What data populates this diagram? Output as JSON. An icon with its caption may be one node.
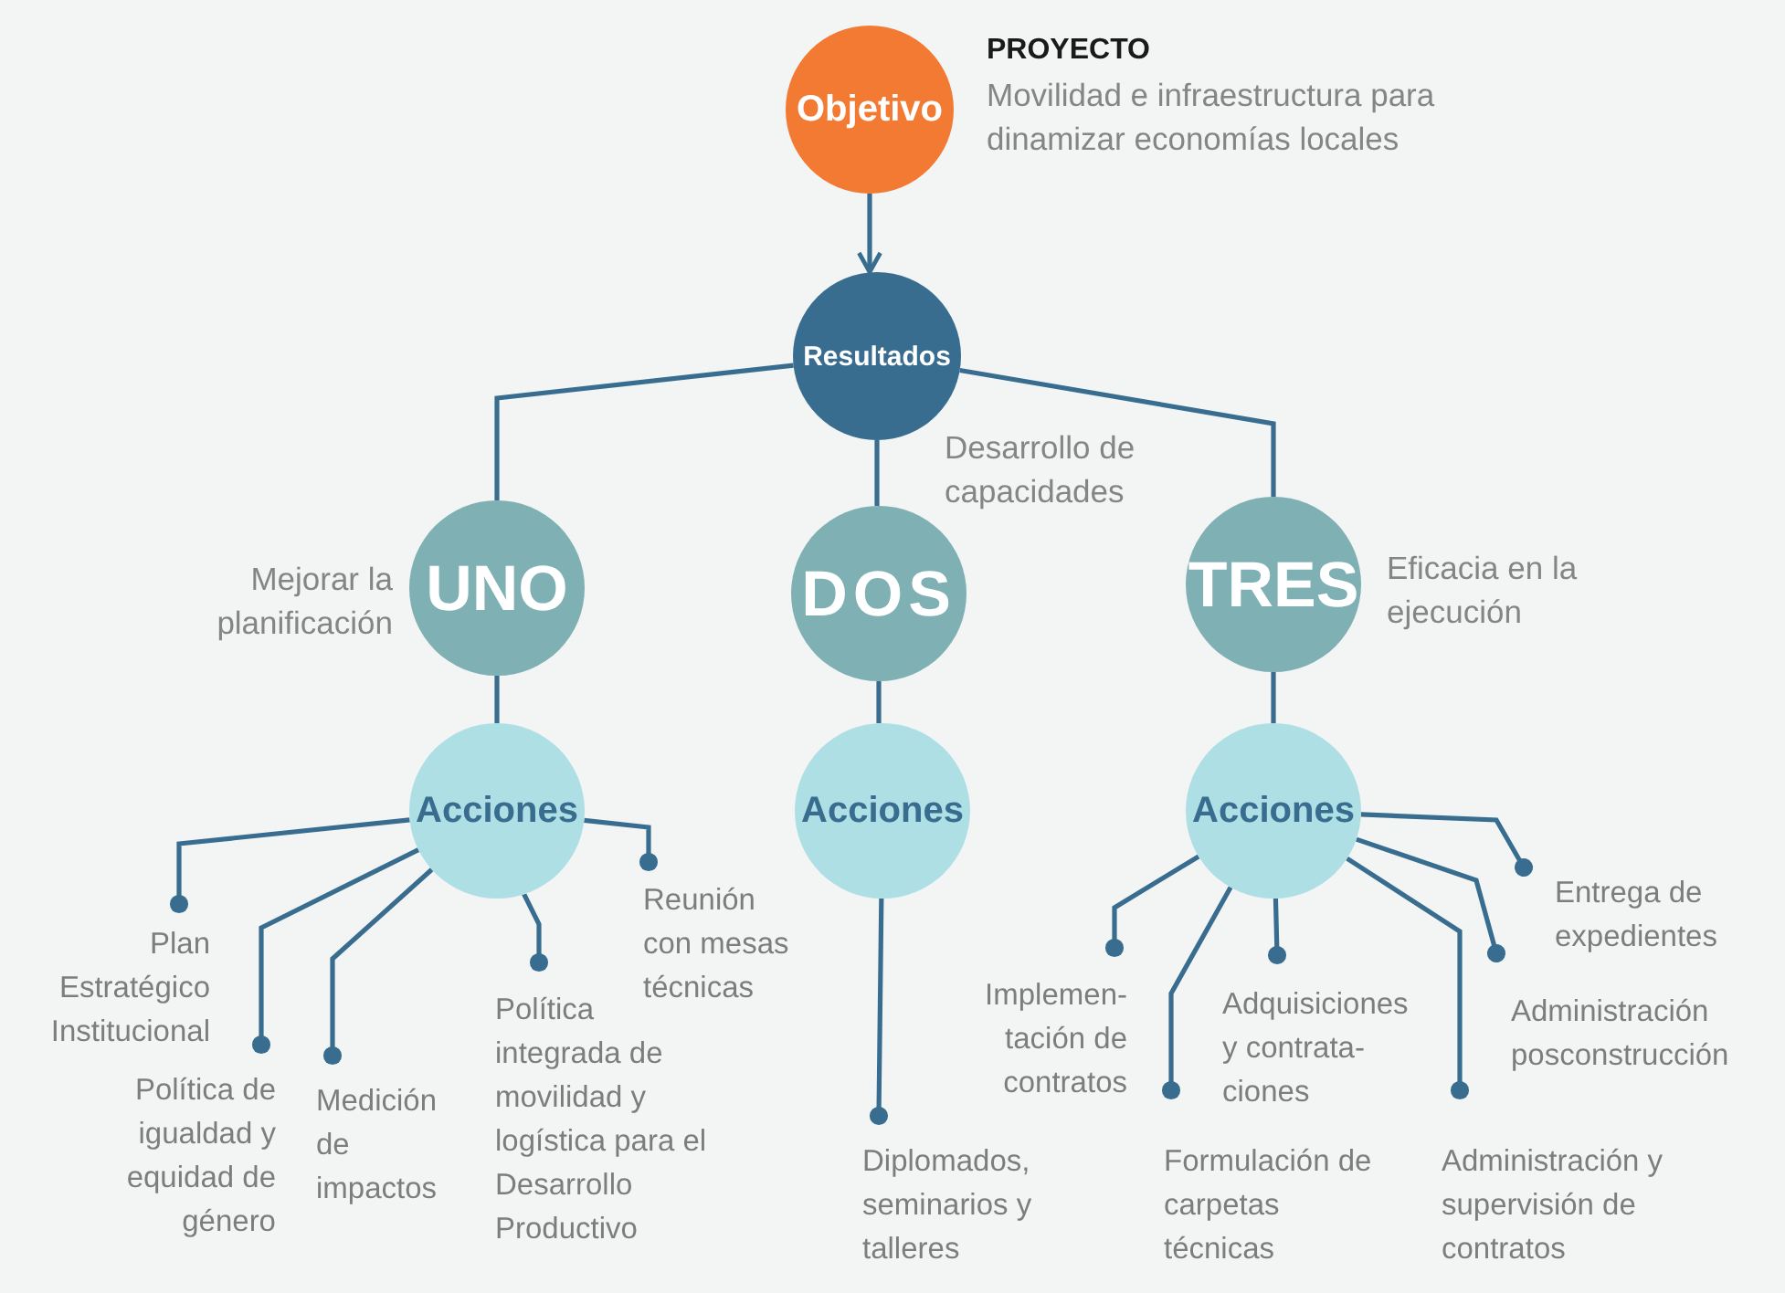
{
  "diagram": {
    "nodes": [
      {
        "text": [
          "Objetivo"
        ],
        "beside": [
          "PROYECTO",
          "Movilidad e infraestructura para dinamizar economías locales"
        ]
      },
      {
        "text": [
          "Resultados"
        ],
        "beside": [
          "Desarrollo de capacidades"
        ]
      },
      {
        "text": [
          "UNO"
        ],
        "beside": [
          "Mejorar la planificación"
        ]
      },
      {
        "text": [
          "DOS"
        ]
      },
      {
        "text": [
          "TRES"
        ],
        "beside": [
          "Eficacia en la ejecución"
        ]
      },
      {
        "text": [
          "Acciones"
        ]
      },
      {
        "text": [
          "Acciones"
        ]
      },
      {
        "text": [
          "Acciones"
        ]
      },
      {
        "text": [
          "Plan Estratégico Institucional"
        ]
      },
      {
        "text": [
          "Política de igualdad y equidad de género"
        ]
      },
      {
        "text": [
          "Medición de impactos"
        ]
      },
      {
        "text": [
          "Política integrada de movilidad y logística para el Desarrollo Productivo"
        ]
      },
      {
        "text": [
          "Reunión con mesas técnicas"
        ]
      },
      {
        "text": [
          "Diplomados, seminarios y talleres"
        ]
      },
      {
        "text": [
          "Implemen-tación de contratos"
        ]
      },
      {
        "text": [
          "Formulación de carpetas técnicas"
        ]
      },
      {
        "text": [
          "Adquisiciones y contrata-ciones"
        ]
      },
      {
        "text": [
          "Administración y supervisión de contratos"
        ]
      },
      {
        "text": [
          "Entrega de expedientes"
        ]
      },
      {
        "text": [
          "Administración posconstrucción"
        ]
      }
    ],
    "edges": [
      {
        "from": 0,
        "to": 1,
        "arrow": "to"
      },
      {
        "from": 1,
        "to": 2,
        "arrow": "none"
      },
      {
        "from": 1,
        "to": 3,
        "arrow": "none"
      },
      {
        "from": 1,
        "to": 4,
        "arrow": "none"
      },
      {
        "from": 2,
        "to": 5,
        "arrow": "none"
      },
      {
        "from": 3,
        "to": 6,
        "arrow": "none"
      },
      {
        "from": 4,
        "to": 7,
        "arrow": "none"
      },
      {
        "from": 5,
        "to": 8,
        "arrow": "other"
      },
      {
        "from": 5,
        "to": 9,
        "arrow": "other"
      },
      {
        "from": 5,
        "to": 10,
        "arrow": "other"
      },
      {
        "from": 5,
        "to": 11,
        "arrow": "other"
      },
      {
        "from": 5,
        "to": 12,
        "arrow": "other"
      },
      {
        "from": 6,
        "to": 13,
        "arrow": "other"
      },
      {
        "from": 7,
        "to": 14,
        "arrow": "other"
      },
      {
        "from": 7,
        "to": 15,
        "arrow": "other"
      },
      {
        "from": 7,
        "to": 16,
        "arrow": "other"
      },
      {
        "from": 7,
        "to": 17,
        "arrow": "other"
      },
      {
        "from": 7,
        "to": 18,
        "arrow": "other"
      },
      {
        "from": 7,
        "to": 19,
        "arrow": "other"
      }
    ]
  }
}
